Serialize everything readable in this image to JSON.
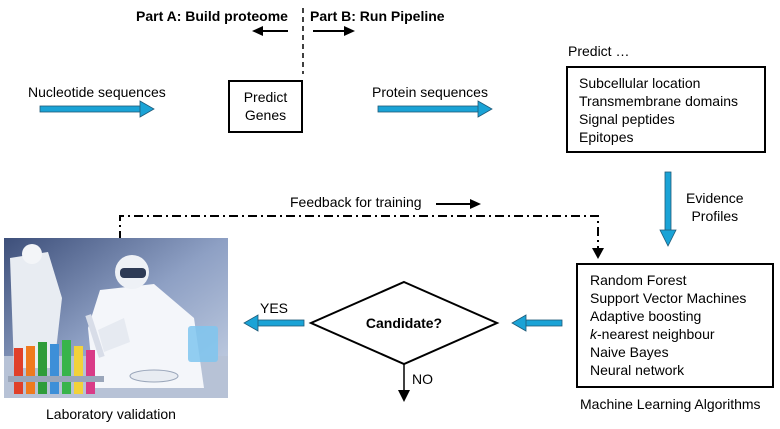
{
  "header": {
    "part_a": "Part A: Build proteome",
    "part_b": "Part B: Run Pipeline"
  },
  "nodes": {
    "nucleotide": "Nucleotide sequences",
    "predict_genes": [
      "Predict",
      "Genes"
    ],
    "protein": "Protein sequences",
    "predict_heading": "Predict …",
    "predict_list": [
      "Subcellular location",
      "Transmembrane domains",
      "Signal peptides",
      "Epitopes"
    ],
    "evidence": [
      "Evidence",
      "Profiles"
    ],
    "feedback": "Feedback for training",
    "ml_list": [
      "Random Forest",
      "Support Vector Machines",
      "Adaptive boosting",
      "nearest neighbour",
      "Naive Bayes",
      "Neural network"
    ],
    "ml_k_prefix": "k",
    "ml_caption": "Machine Learning Algorithms",
    "decision": "Candidate?",
    "yes": "YES",
    "no": "NO",
    "lab_caption": "Laboratory validation"
  },
  "colors": {
    "arrow_fill": "#1aa3d6",
    "arrow_outline": "#1f5a78",
    "line": "#000000"
  }
}
